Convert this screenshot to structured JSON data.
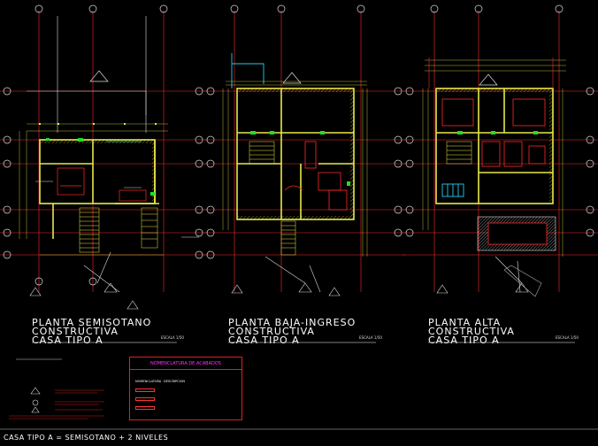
{
  "plans": [
    {
      "name": "semisotano",
      "lines": [
        "PLANTA SEMISOTANO",
        "CONSTRUCTIVA",
        "CASA TIPO  A"
      ],
      "scale": "ESCALA 1/50"
    },
    {
      "name": "baja-ingreso",
      "lines": [
        "PLANTA BAJA-INGRESO",
        "CONSTRUCTIVA",
        "CASA TIPO  A"
      ],
      "scale": "ESCALA 1/50"
    },
    {
      "name": "alta",
      "lines": [
        "PLANTA ALTA",
        "CONSTRUCTIVA",
        "CASA TIPO  A"
      ],
      "scale": "ESCALA 1/50"
    }
  ],
  "legend": {
    "title": "NOMENCLATURA DE ACABADOS",
    "col_code": "NOMENCLATURA",
    "col_desc": "DESCRIPCION"
  },
  "footer": "CASA TIPO A  =  SEMISOTANO  +  2 NIVELES",
  "colors": {
    "background": "#000000",
    "walls": "#e8e84a",
    "grid": "#ff2a2a",
    "legend_title": "#ff33ff",
    "glass": "#1fd0f0",
    "green_marks": "#22dd22"
  }
}
